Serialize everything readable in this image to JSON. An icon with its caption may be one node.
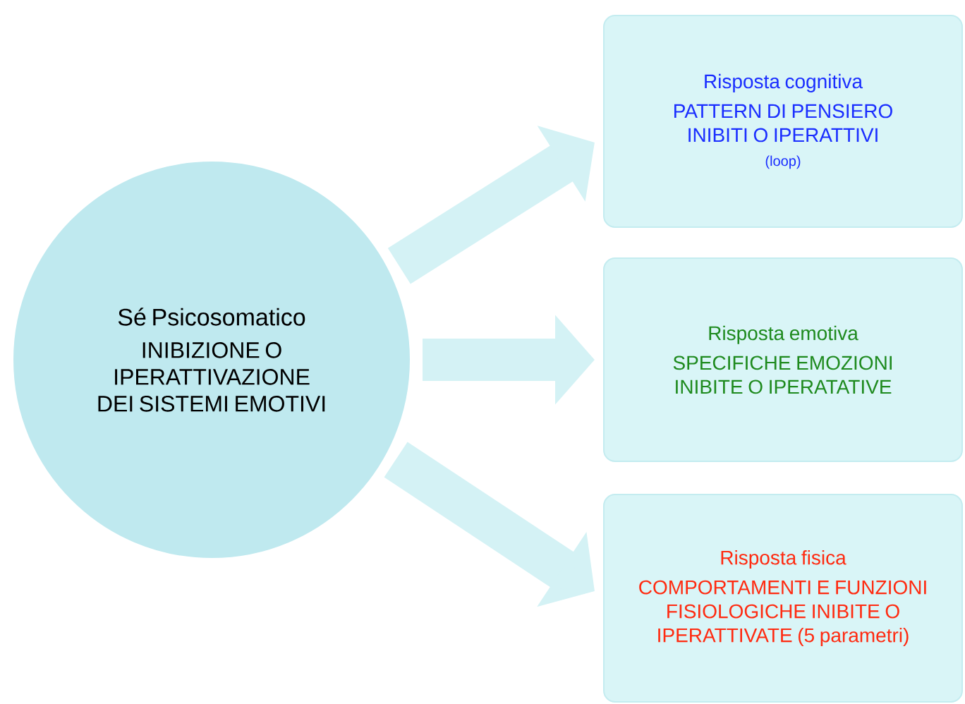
{
  "diagram": {
    "nodes": [
      {
        "text": [
          "Sé Psicosomatico",
          "INIBIZIONE O IPERATTIVAZIONE DEI SISTEMI EMOTIVI"
        ]
      },
      {
        "text": [
          "Risposta cognitiva",
          "PATTERN DI PENSIERO INIBITI O IPERATTIVI",
          "(loop)"
        ]
      },
      {
        "text": [
          "Risposta emotiva",
          "SPECIFICHE EMOZIONI INIBITE O IPERATATIVE"
        ]
      },
      {
        "text": [
          "Risposta fisica",
          "COMPORTAMENTI E FUNZIONI FISIOLOGICHE INIBITE O IPERATTIVATE (5 parametri)"
        ]
      }
    ],
    "edges": [
      {
        "from": 0,
        "to": 1,
        "arrow": "to"
      },
      {
        "from": 0,
        "to": 2,
        "arrow": "to"
      },
      {
        "from": 0,
        "to": 3,
        "arrow": "to"
      }
    ]
  }
}
